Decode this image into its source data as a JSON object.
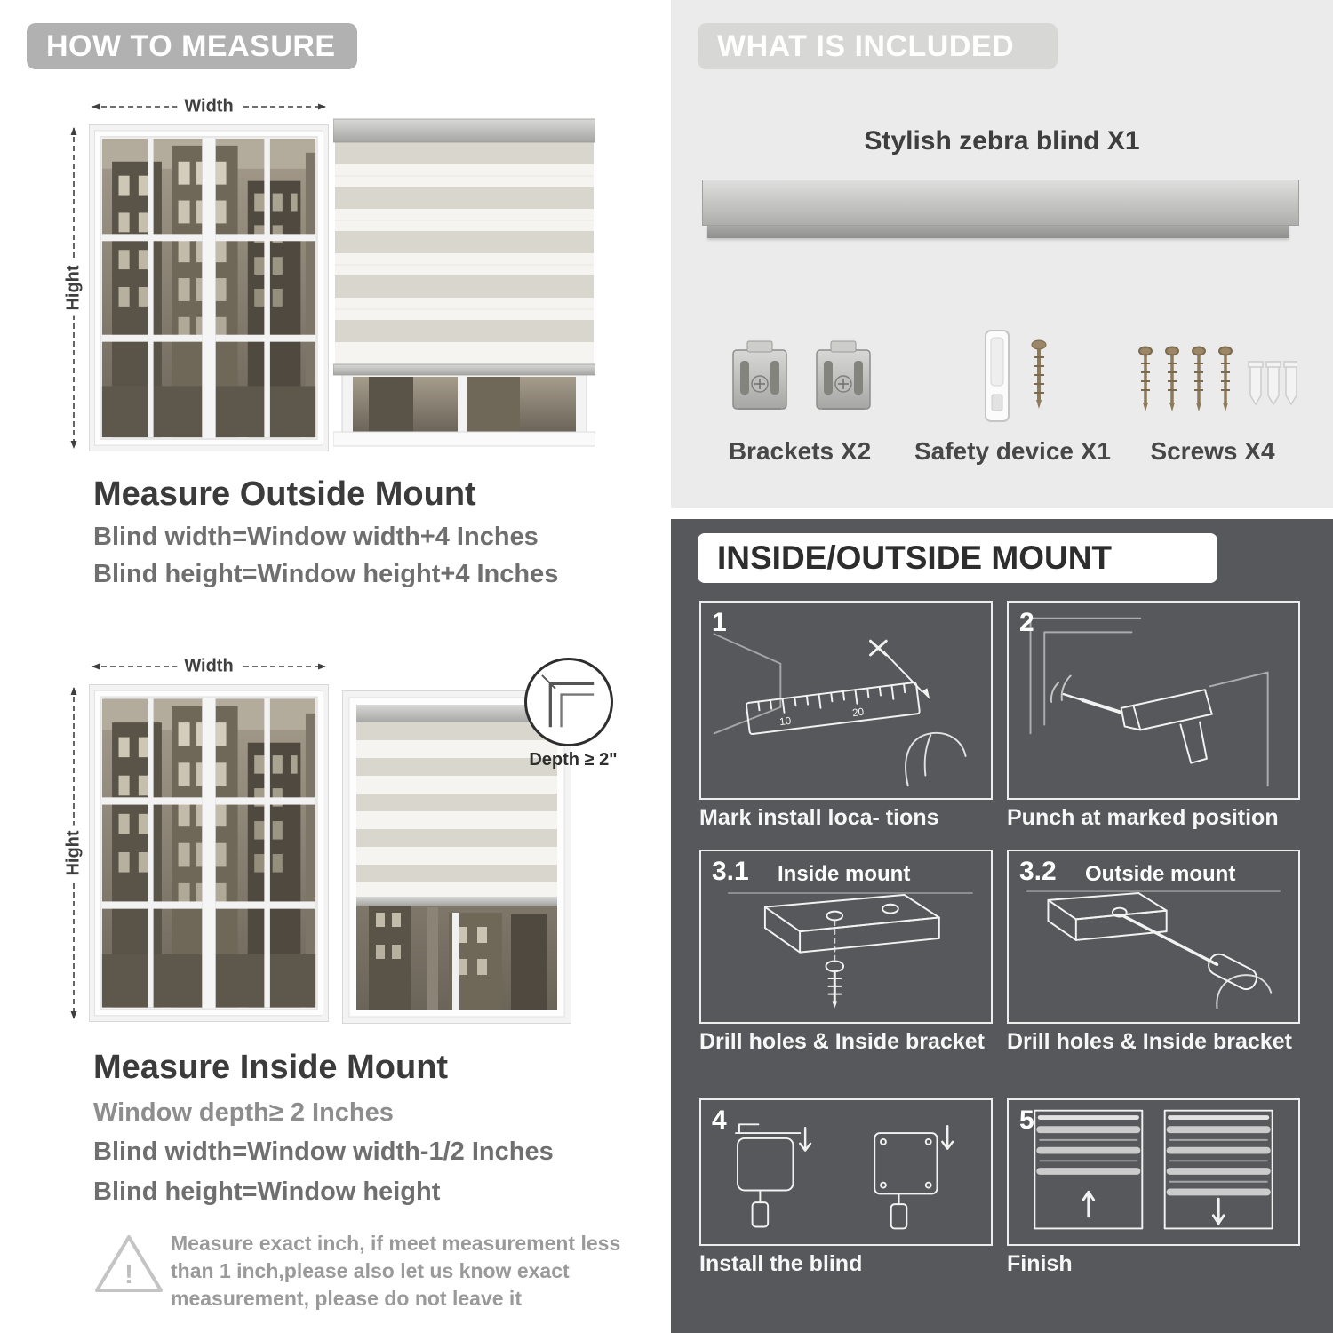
{
  "colors": {
    "left_header_bg": "#b1b1b1",
    "right_top_bg": "#ebebeb",
    "dark_section_bg": "#57585b",
    "heading_text": "#3b3b3b"
  },
  "left": {
    "header": "HOW TO MEASURE",
    "outside": {
      "width_label": "Width",
      "height_label": "Hight",
      "title": "Measure Outside Mount",
      "line1": "Blind width=Window width+4 Inches",
      "line2": "Blind height=Window height+4 Inches"
    },
    "inside": {
      "width_label": "Width",
      "height_label": "Hight",
      "depth_label": "Depth ≥ 2\"",
      "title": "Measure Inside Mount",
      "line1": "Window depth≥ 2 Inches",
      "line2": "Blind width=Window width-1/2 Inches",
      "line3": "Blind height=Window height"
    },
    "note": {
      "mark": "!",
      "line1": "Measure exact inch, if meet measurement less",
      "line2": "than 1 inch,please also let us know exact",
      "line3": "measurement, please do not leave it"
    }
  },
  "right": {
    "included": {
      "header": "WHAT IS INCLUDED",
      "blind_label": "Stylish zebra blind X1",
      "items": [
        {
          "label": "Brackets X2"
        },
        {
          "label": "Safety device X1"
        },
        {
          "label": "Screws X4"
        }
      ]
    },
    "mount": {
      "header": "INSIDE/OUTSIDE MOUNT",
      "steps": [
        {
          "num": "1",
          "sub": "",
          "caption": "Mark install loca- tions"
        },
        {
          "num": "2",
          "sub": "",
          "caption": "Punch at  marked position"
        },
        {
          "num": "3.1",
          "sub": "Inside mount",
          "caption": "Drill holes &  Inside bracket"
        },
        {
          "num": "3.2",
          "sub": "Outside mount",
          "caption": "Drill holes &  Inside bracket"
        },
        {
          "num": "4",
          "sub": "",
          "caption": "Install the blind"
        },
        {
          "num": "5",
          "sub": "",
          "caption": "Finish"
        }
      ]
    }
  }
}
